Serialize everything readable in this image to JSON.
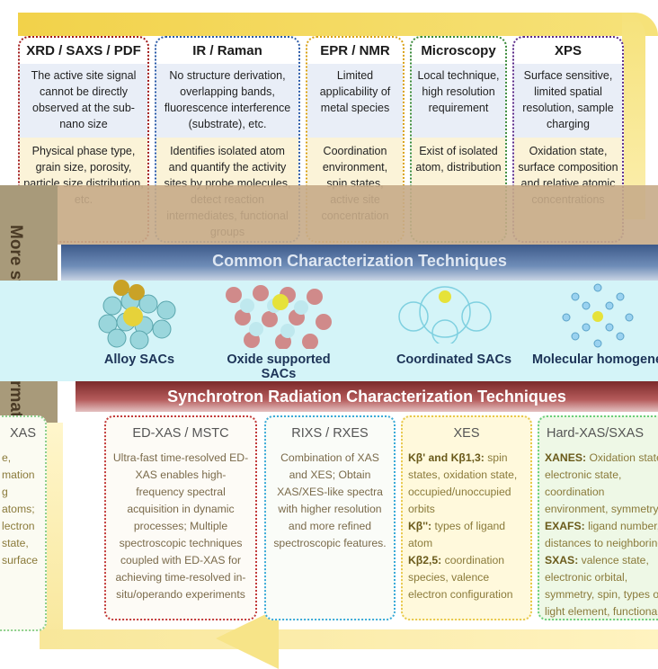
{
  "top_cards": [
    {
      "title": "XRD / SAXS / PDF",
      "limitation": "The active site signal cannot be directly observed at the sub-nano size",
      "info": "Physical phase type, grain size, porosity, particle size distribution, etc.",
      "color": "#a01818"
    },
    {
      "title": "IR / Raman",
      "limitation": "No structure derivation, overlapping bands, fluorescence interference (substrate), etc.",
      "info": "Identifies isolated atom and quantify the activity sites by probe molecules, detect reaction intermediates, functional groups",
      "color": "#2a5aa8"
    },
    {
      "title": "EPR / NMR",
      "limitation": "Limited applicability of metal species",
      "info": "Coordination environment, spin states, active site concentration",
      "color": "#d9a114"
    },
    {
      "title": "Microscopy",
      "limitation": "Local technique, high resolution requirement",
      "info": "Exist of isolated atom, distribution",
      "color": "#3a8a3a"
    },
    {
      "title": "XPS",
      "limitation": "Surface sensitive, limited spatial resolution, sample charging",
      "info": "Oxidation state, surface composition and relative atomic concentrations",
      "color": "#5a2a8a"
    }
  ],
  "common_banner": "Common Characterization Techniques",
  "sac_types": [
    "Alloy SACs",
    "Oxide supported SACs",
    "Coordinated SACs",
    "Molecular homogeneous SACs"
  ],
  "sync_banner": "Synchrotron Radiation Characterization Techniques",
  "left_vertical": "More structure information",
  "bottom_cards": [
    {
      "title": "ED-XAS / MSTC",
      "body": "Ultra-fast time-resolved ED-XAS enables high-frequency spectral acquisition in dynamic processes; Multiple spectroscopic techniques coupled with ED-XAS for achieving time-resolved in-situ/operando experiments",
      "color": "#c23a3a"
    },
    {
      "title": "RIXS / RXES",
      "body": "Combination of XAS and XES; Obtain XAS/XES-like spectra with higher resolution and more refined spectroscopic features.",
      "color": "#3aaad8"
    },
    {
      "title": "XES",
      "l1": "Kβ' and Kβ1,3:",
      "t1": " spin states, oxidation state, occupied/unoccupied orbits",
      "l2": "Kβ'':",
      "t2": " types of ligand atom",
      "l3": "Kβ2,5:",
      "t3": " coordination species, valence electron configuration",
      "color": "#e8c84a"
    },
    {
      "title": "Hard-XAS/SXAS",
      "l1": "XANES:",
      "t1": " Oxidation state, electronic state, coordination environment, symmetry",
      "l2": "EXAFS:",
      "t2": " ligand number, distances to neighboring",
      "l3": "SXAS:",
      "t3": " valence state, electronic orbital, symmetry, spin, types of light element, functional groups",
      "color": "#6acf7a"
    }
  ],
  "left_partial_card": {
    "title": "XAS",
    "lines": [
      "e,",
      "mation",
      "",
      "g atoms;",
      "lectron",
      "state,",
      "surface"
    ]
  }
}
